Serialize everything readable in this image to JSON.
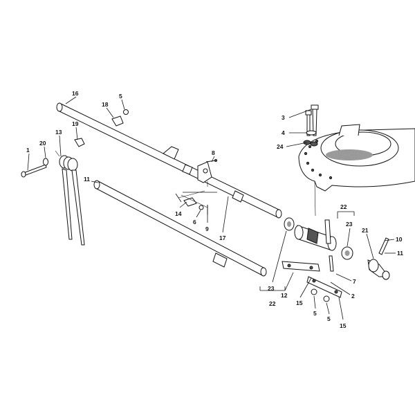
{
  "diagram": {
    "labels": [
      {
        "id": "16",
        "text": "16"
      },
      {
        "id": "5a",
        "text": "5"
      },
      {
        "id": "18",
        "text": "18"
      },
      {
        "id": "19",
        "text": "19"
      },
      {
        "id": "13",
        "text": "13"
      },
      {
        "id": "20",
        "text": "20"
      },
      {
        "id": "1",
        "text": "1"
      },
      {
        "id": "11a",
        "text": "11"
      },
      {
        "id": "8",
        "text": "8"
      },
      {
        "id": "14",
        "text": "14"
      },
      {
        "id": "6",
        "text": "6"
      },
      {
        "id": "9",
        "text": "9"
      },
      {
        "id": "17",
        "text": "17"
      },
      {
        "id": "3",
        "text": "3"
      },
      {
        "id": "4",
        "text": "4"
      },
      {
        "id": "24",
        "text": "24"
      },
      {
        "id": "22a",
        "text": "22"
      },
      {
        "id": "23a",
        "text": "23"
      },
      {
        "id": "21",
        "text": "21"
      },
      {
        "id": "10",
        "text": "10"
      },
      {
        "id": "11b",
        "text": "11"
      },
      {
        "id": "7",
        "text": "7"
      },
      {
        "id": "2",
        "text": "2"
      },
      {
        "id": "23b",
        "text": "23"
      },
      {
        "id": "12",
        "text": "12"
      },
      {
        "id": "15a",
        "text": "15"
      },
      {
        "id": "22b",
        "text": "22"
      },
      {
        "id": "5b",
        "text": "5"
      },
      {
        "id": "5c",
        "text": "5"
      },
      {
        "id": "15b",
        "text": "15"
      }
    ]
  }
}
